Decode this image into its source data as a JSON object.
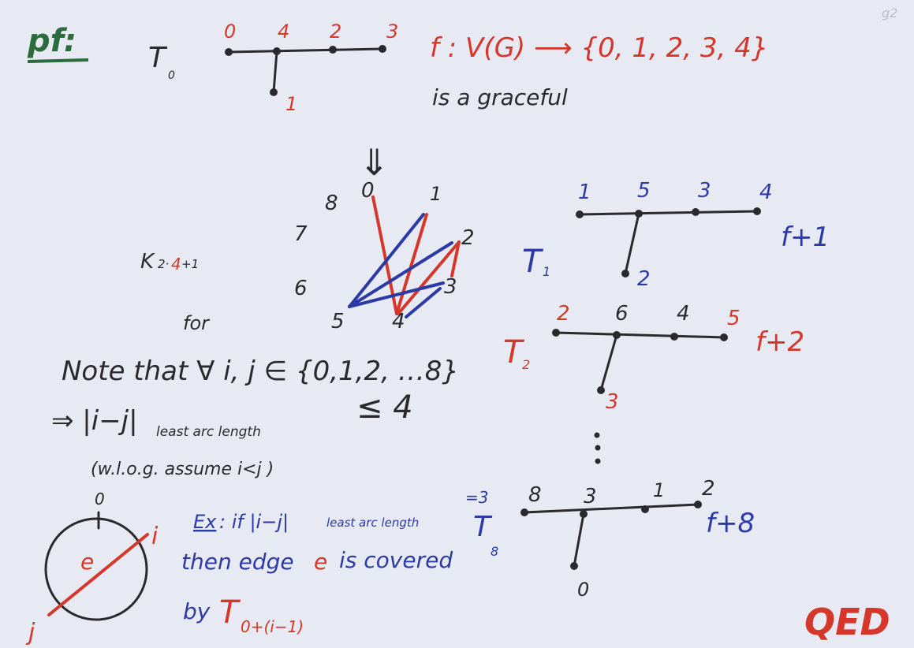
{
  "header": {
    "pf": "pf:",
    "page_mark": "g2"
  },
  "t0": {
    "label": "T",
    "sub": "0",
    "nodes": [
      "0",
      "4",
      "2",
      "3",
      "1"
    ]
  },
  "function_def": "f : V(G) ⟶ {0, 1, 2, 3, 4}",
  "graceful_text": "is a graceful",
  "implies_arrow": "⇓",
  "complete_graph": {
    "label": "K",
    "sub_a": "2·",
    "sub_b": "4",
    "sub_c": "+1",
    "vertices": [
      "0",
      "1",
      "2",
      "3",
      "4",
      "5",
      "6",
      "7",
      "8"
    ]
  },
  "t1": {
    "label": "T",
    "sub": "1",
    "nodes": [
      "1",
      "5",
      "3",
      "4",
      "2"
    ],
    "shift": "f+1"
  },
  "t2": {
    "label": "T",
    "sub": "2",
    "nodes": [
      "2",
      "6",
      "4",
      "5",
      "3"
    ],
    "shift": "f+2"
  },
  "t8": {
    "label": "T",
    "sub": "8",
    "nodes": [
      "8",
      "3",
      "1",
      "2",
      "0"
    ],
    "shift": "f+8"
  },
  "note": {
    "for": "for",
    "line1": "Note that ∀ i, j ∈ {0,1,2, …8}",
    "line2_a": "⇒  |i−j|",
    "line2_sub": "least arc length",
    "line2_b": "≤ 4",
    "line3": "(w.l.o.g. assume  i<j )"
  },
  "circle": {
    "top": "0",
    "i": "i",
    "j": "j",
    "e": "e"
  },
  "example": {
    "ex": "Ex",
    "line1": ": if |i−j|",
    "line1_sub": "least arc length",
    "line1_eq": "=3",
    "line2_a": "then edge",
    "line2_e": "e",
    "line2_b": "is covered",
    "line3_a": "by",
    "line3_t": "T",
    "line3_sub": "0+(i−1)"
  },
  "qed": "QED",
  "colors": {
    "black": "#2a2a2e",
    "red": "#d5382b",
    "blue": "#2c3aa6",
    "green": "#2c6b3c",
    "paper": "#e7e9f3"
  }
}
